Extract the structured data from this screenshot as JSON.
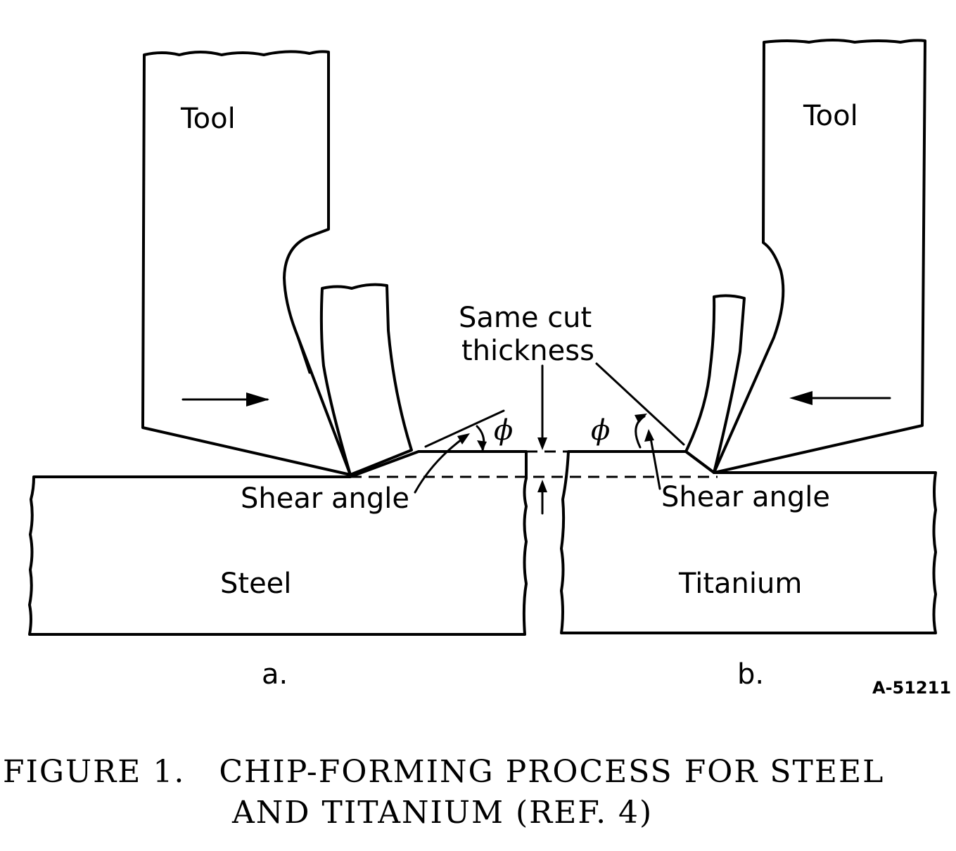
{
  "labels": {
    "tool_left": "Tool",
    "tool_right": "Tool",
    "same_cut_line1": "Same cut",
    "same_cut_line2": "thickness",
    "phi_left": "ϕ",
    "phi_right": "ϕ",
    "shear_left": "Shear angle",
    "shear_right": "Shear angle",
    "steel": "Steel",
    "titanium": "Titanium",
    "panel_a": "a.",
    "panel_b": "b.",
    "figure_code": "A-51211"
  },
  "caption": {
    "line1": "FIGURE 1.   CHIP-FORMING PROCESS FOR STEEL",
    "line2": "AND TITANIUM (REF. 4)"
  }
}
